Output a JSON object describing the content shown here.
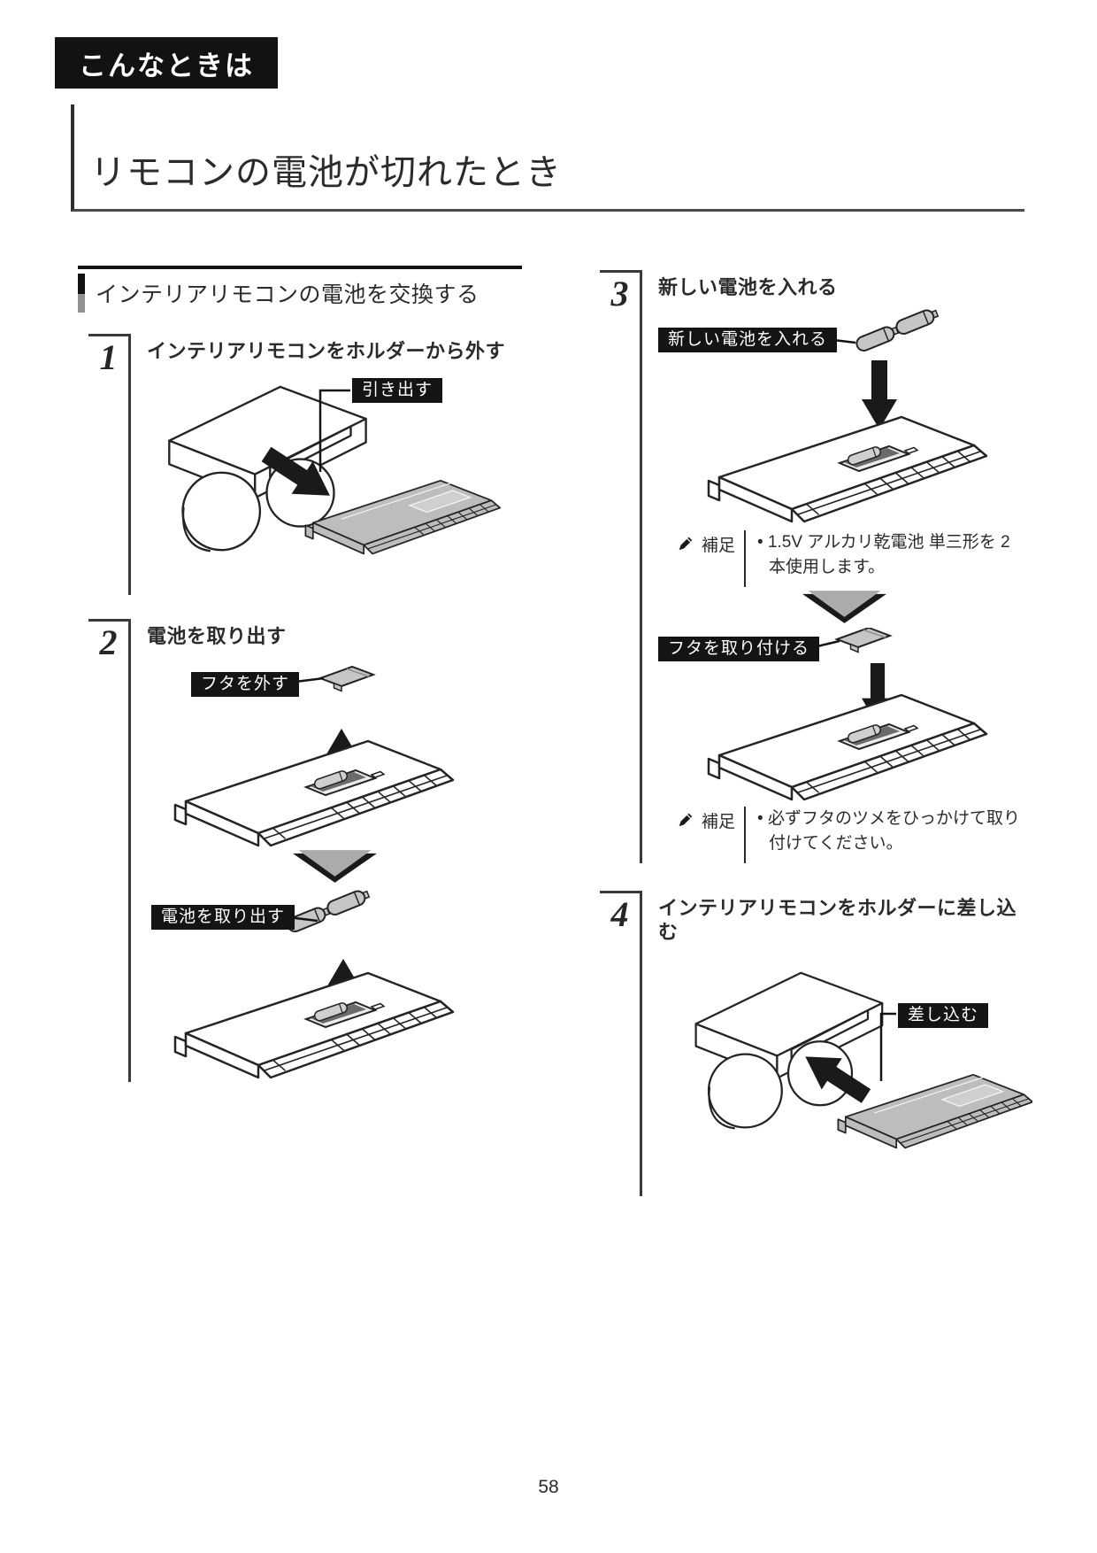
{
  "badge": "こんなときは",
  "title": "リモコンの電池が切れたとき",
  "page_number": "58",
  "section": {
    "heading": "インテリアリモコンの電池を交換する"
  },
  "steps": {
    "s1": {
      "num": "1",
      "title": "インテリアリモコンをホルダーから外す",
      "callout": "引き出す"
    },
    "s2": {
      "num": "2",
      "title": "電池を取り出す",
      "callout_cover": "フタを外す",
      "callout_battery": "電池を取り出す"
    },
    "s3": {
      "num": "3",
      "title": "新しい電池を入れる",
      "callout_battery": "新しい電池を入れる",
      "callout_cover": "フタを取り付ける",
      "note_battery": "• 1.5V アルカリ乾電池 単三形を 2 本使用します。",
      "note_cover": "• 必ずフタのツメをひっかけて取り付けてください。"
    },
    "s4": {
      "num": "4",
      "title": "インテリアリモコンをホルダーに差し込む",
      "callout": "差し込む"
    }
  },
  "note_label": "補足",
  "colors": {
    "ink": "#2b2b2b",
    "label_bg": "#141414",
    "gray_fill": "#bdbdbd"
  }
}
